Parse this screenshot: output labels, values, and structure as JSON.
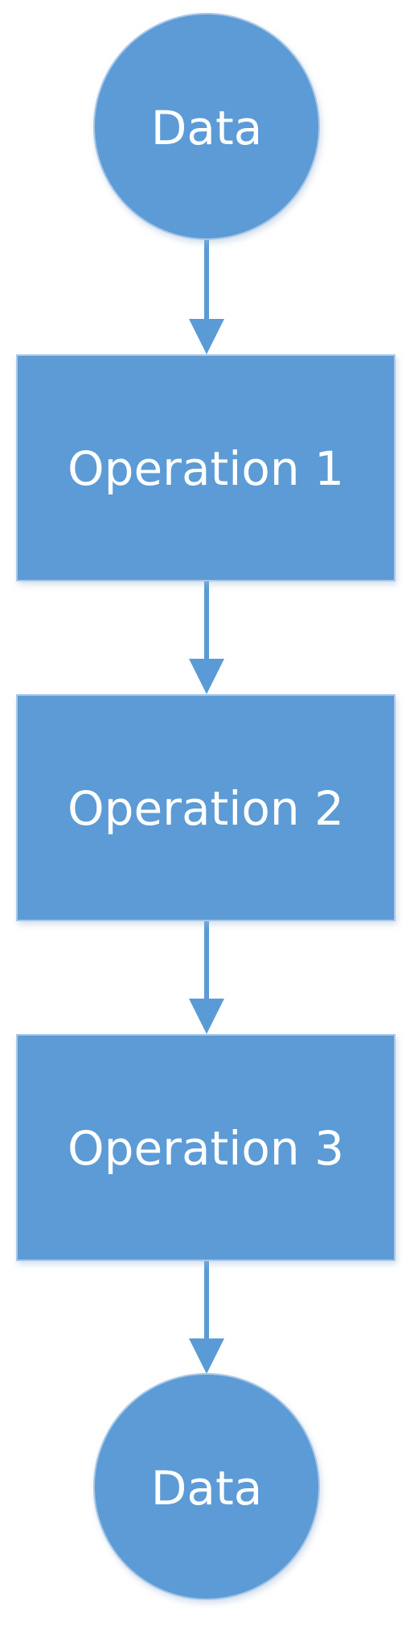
{
  "flowchart": {
    "colors": {
      "node_fill": "#5b9bd5",
      "node_stroke": "#a9c7e8",
      "arrow": "#5b9bd5",
      "text": "#ffffff"
    },
    "nodes": [
      {
        "id": "input",
        "shape": "circle",
        "label": "Data"
      },
      {
        "id": "op1",
        "shape": "rectangle",
        "label": "Operation 1"
      },
      {
        "id": "op2",
        "shape": "rectangle",
        "label": "Operation 2"
      },
      {
        "id": "op3",
        "shape": "rectangle",
        "label": "Operation 3"
      },
      {
        "id": "output",
        "shape": "circle",
        "label": "Data"
      }
    ],
    "edges": [
      {
        "from": "input",
        "to": "op1"
      },
      {
        "from": "op1",
        "to": "op2"
      },
      {
        "from": "op2",
        "to": "op3"
      },
      {
        "from": "op3",
        "to": "output"
      }
    ]
  }
}
